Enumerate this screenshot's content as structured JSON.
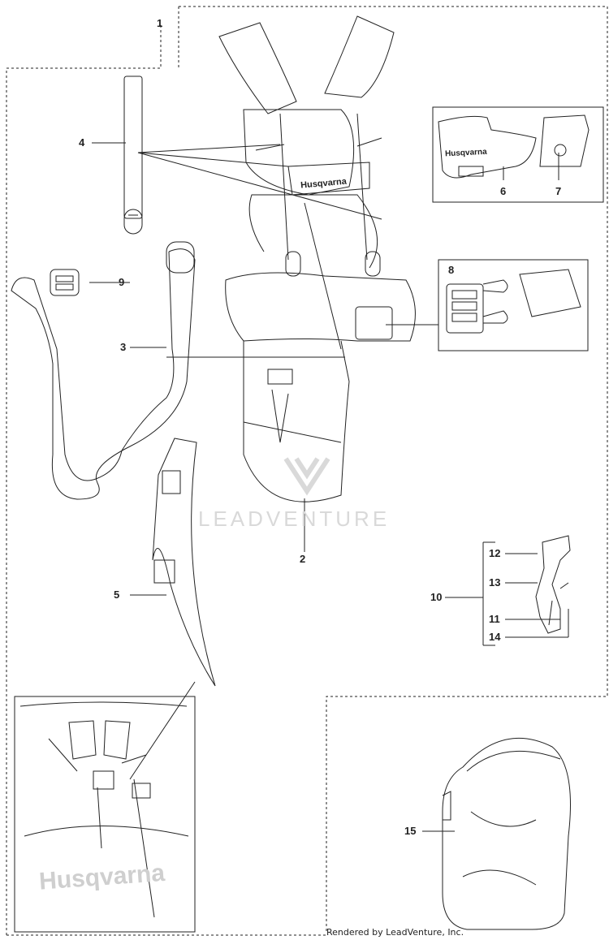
{
  "diagram": {
    "callouts": {
      "c1": "1",
      "c2": "2",
      "c3": "3",
      "c4": "4",
      "c5": "5",
      "c6": "6",
      "c7": "7",
      "c8": "8",
      "c9": "9",
      "c10": "10",
      "c11": "11",
      "c12": "12",
      "c13": "13",
      "c14": "14",
      "c15": "15"
    },
    "brand_logo_text": "Husqvarna",
    "watermark": "LEADVENTURE",
    "footer": "Rendered by LeadVenture, Inc."
  },
  "colors": {
    "line": "#222222",
    "watermark": "#d9d9d9",
    "logo_fill": "#cfcfcf"
  }
}
